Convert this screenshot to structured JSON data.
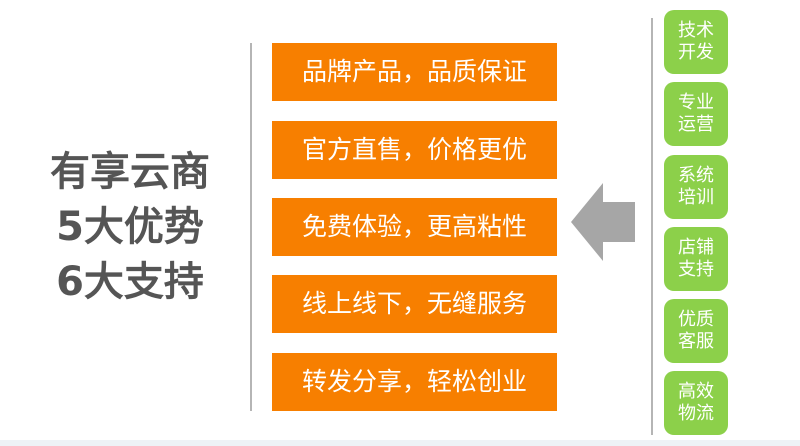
{
  "title_lines": [
    "有享云商",
    "5大优势",
    "6大支持"
  ],
  "advantages": [
    "品牌产品，品质保证",
    "官方直售，价格更优",
    "免费体验，更高粘性",
    "线上线下，无缝服务",
    "转发分享，轻松创业"
  ],
  "supports": [
    [
      "技术",
      "开发"
    ],
    [
      "专业",
      "运营"
    ],
    [
      "系统",
      "培训"
    ],
    [
      "店铺",
      "支持"
    ],
    [
      "优质",
      "客服"
    ],
    [
      "高效",
      "物流"
    ]
  ],
  "colors": {
    "orange": "#f77f00",
    "green": "#8cd04a",
    "gray_text": "#555555",
    "arrow": "#a6a6a6"
  },
  "icons": {
    "arrow": "arrow-left-icon"
  }
}
